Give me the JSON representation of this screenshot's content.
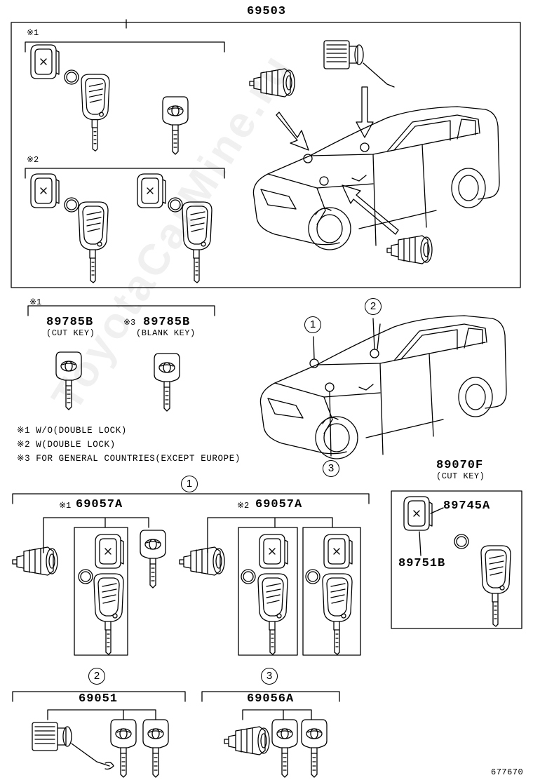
{
  "header": {
    "assembly_number": "69503"
  },
  "top_box": {
    "group1_mark": "※1",
    "group2_mark": "※2"
  },
  "key_parts": {
    "mark": "※1",
    "cut_key": {
      "part": "89785B",
      "desc": "(CUT KEY)"
    },
    "blank_key": {
      "mark": "※3",
      "part": "89785B",
      "desc": "(BLANK KEY)"
    }
  },
  "notes": [
    "※1 W/O(DOUBLE LOCK)",
    "※2 W(DOUBLE LOCK)",
    "※3 FOR GENERAL COUNTRIES(EXCEPT EUROPE)"
  ],
  "callouts": {
    "c1": "1",
    "c2": "2",
    "c3": "3"
  },
  "set1": {
    "index": "1",
    "left": {
      "mark": "※1",
      "part": "69057A"
    },
    "right": {
      "mark": "※2",
      "part": "69057A"
    }
  },
  "transmitter": {
    "part": "89070F",
    "desc": "(CUT KEY)",
    "battery": "89745A",
    "case": "89751B"
  },
  "set2": {
    "index": "2",
    "part": "69051"
  },
  "set3": {
    "index": "3",
    "part": "69056A"
  },
  "watermark": "ToyotaCarMine.ru",
  "footer": {
    "illustration_no": "677670"
  }
}
